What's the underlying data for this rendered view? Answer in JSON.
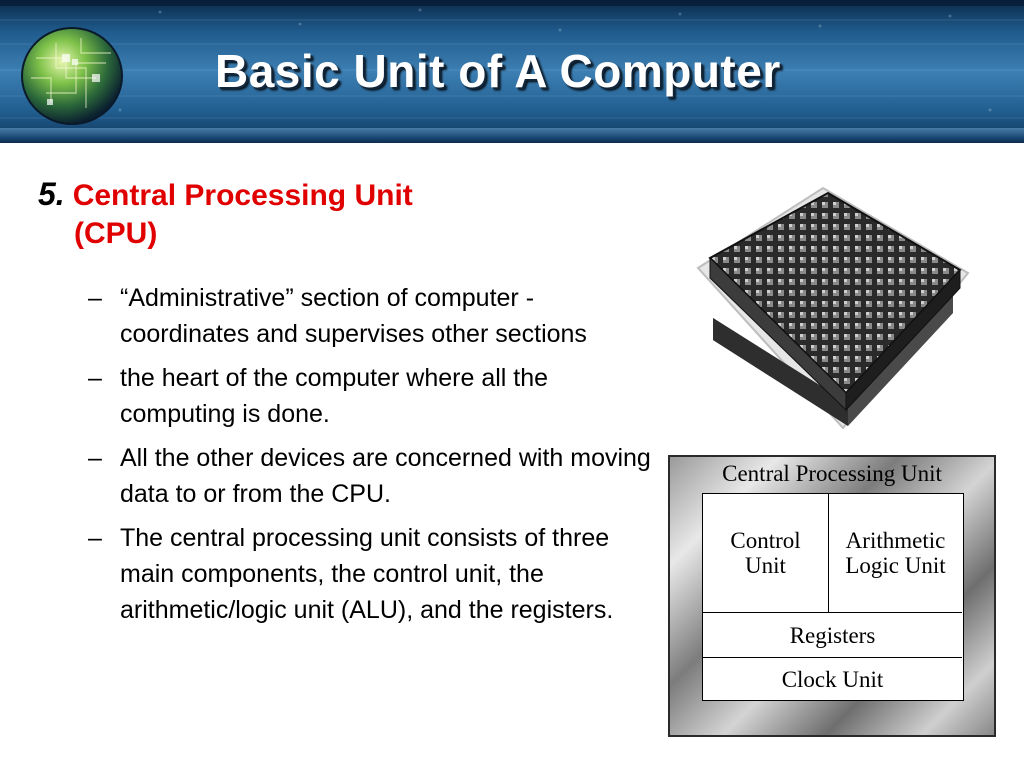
{
  "slide": {
    "title": "Basic Unit of A Computer"
  },
  "section": {
    "number": "5.",
    "heading_line1": "Central Processing Unit",
    "heading_line2": "(CPU)",
    "bullet_marker": "–",
    "bullets": [
      "“Administrative” section of computer - coordinates and supervises other sections",
      "the heart of the computer where all the computing is done.",
      "All the other devices are concerned with moving data to or from the CPU.",
      "The central processing unit consists of three main components, the control unit, the arithmetic/logic unit (ALU), and the registers."
    ]
  },
  "cpu_diagram": {
    "title": "Central Processing Unit",
    "control_unit": "Control\nUnit",
    "alu": "Arithmetic\nLogic Unit",
    "registers": "Registers",
    "clock_unit": "Clock Unit"
  },
  "images": {
    "globe": "circuit-board-globe-icon",
    "heatsink": "cpu-heatsink-icon"
  },
  "colors": {
    "heading": "#e00000",
    "banner": "#2a6a9e",
    "title_text": "#ffffff"
  }
}
